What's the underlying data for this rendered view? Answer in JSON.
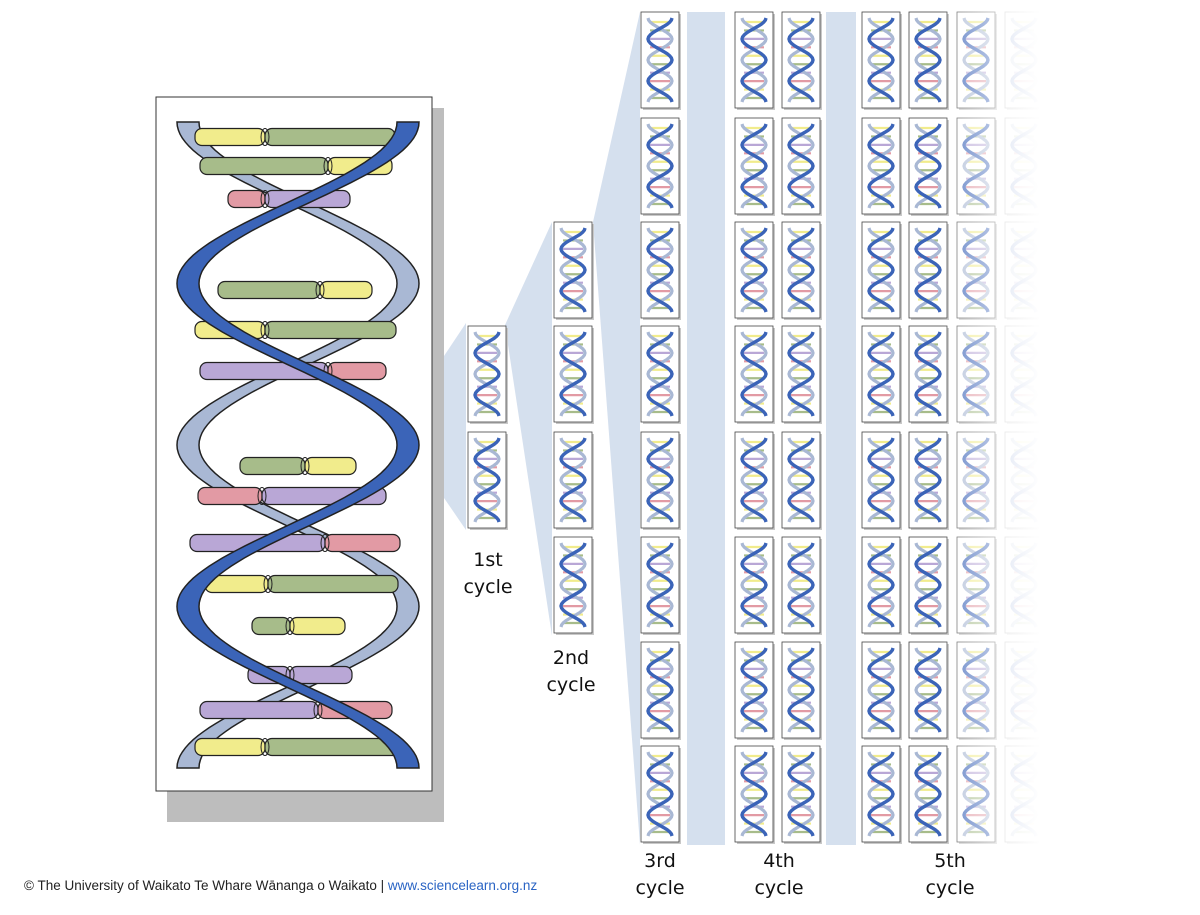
{
  "colors": {
    "strand_dark": "#3b64b8",
    "strand_light": "#a9b8d4",
    "rung_yellow": "#f1ec8c",
    "rung_green": "#a7bc8a",
    "rung_pink": "#e29aa4",
    "rung_purple": "#b9a7d6",
    "fan": "#d5e0ee"
  },
  "labels": {
    "cycle1": [
      "1st",
      "cycle"
    ],
    "cycle2": [
      "2nd",
      "cycle"
    ],
    "cycle3": [
      "3rd",
      "cycle"
    ],
    "cycle4": [
      "4th",
      "cycle"
    ],
    "cycle5": [
      "5th",
      "cycle"
    ]
  },
  "footer": {
    "copyright": "© The University of Waikato Te Whare Wānanga o Waikato |",
    "website": "www.sciencelearn.org.nz"
  }
}
